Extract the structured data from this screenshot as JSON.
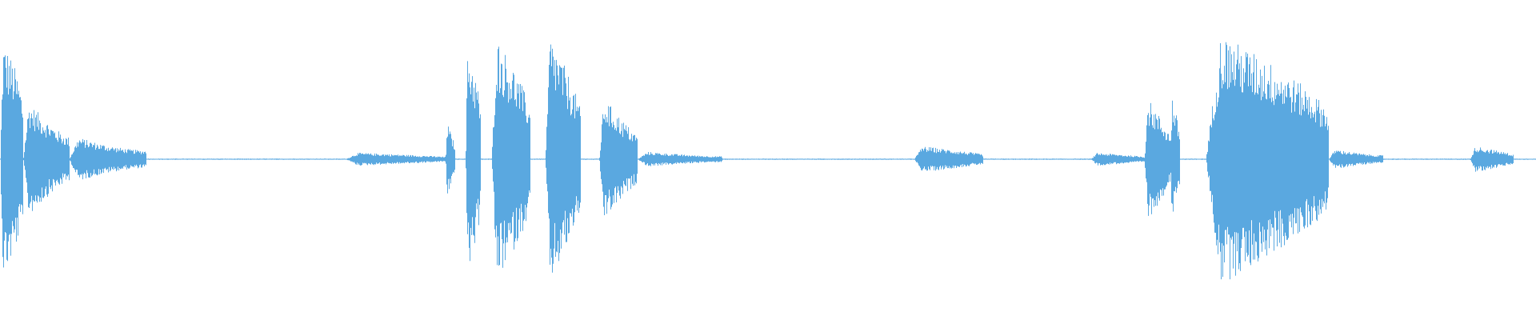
{
  "waveform": {
    "color": "#5aa8e0",
    "background": "#ffffff",
    "bursts": [
      {
        "start": 0.0,
        "end": 0.015,
        "amp": 0.88,
        "decay": 0.1
      },
      {
        "start": 0.015,
        "end": 0.045,
        "amp": 0.45,
        "decay": 0.5
      },
      {
        "start": 0.045,
        "end": 0.095,
        "amp": 0.18,
        "decay": 0.7
      },
      {
        "start": 0.225,
        "end": 0.29,
        "amp": 0.05,
        "decay": 0.3
      },
      {
        "start": 0.29,
        "end": 0.296,
        "amp": 0.3,
        "decay": 0.4
      },
      {
        "start": 0.303,
        "end": 0.313,
        "amp": 0.85,
        "decay": 0.15
      },
      {
        "start": 0.32,
        "end": 0.345,
        "amp": 0.92,
        "decay": 0.2
      },
      {
        "start": 0.355,
        "end": 0.378,
        "amp": 0.95,
        "decay": 0.25
      },
      {
        "start": 0.39,
        "end": 0.415,
        "amp": 0.48,
        "decay": 0.4
      },
      {
        "start": 0.415,
        "end": 0.47,
        "amp": 0.06,
        "decay": 0.6
      },
      {
        "start": 0.595,
        "end": 0.64,
        "amp": 0.1,
        "decay": 0.3
      },
      {
        "start": 0.71,
        "end": 0.745,
        "amp": 0.05,
        "decay": 0.3
      },
      {
        "start": 0.745,
        "end": 0.762,
        "amp": 0.47,
        "decay": 0.3
      },
      {
        "start": 0.762,
        "end": 0.768,
        "amp": 0.5,
        "decay": 0.3
      },
      {
        "start": 0.785,
        "end": 0.865,
        "amp": 0.95,
        "decay": 0.22
      },
      {
        "start": 0.865,
        "end": 0.9,
        "amp": 0.08,
        "decay": 0.6
      },
      {
        "start": 0.957,
        "end": 0.985,
        "amp": 0.1,
        "decay": 0.3
      }
    ]
  }
}
